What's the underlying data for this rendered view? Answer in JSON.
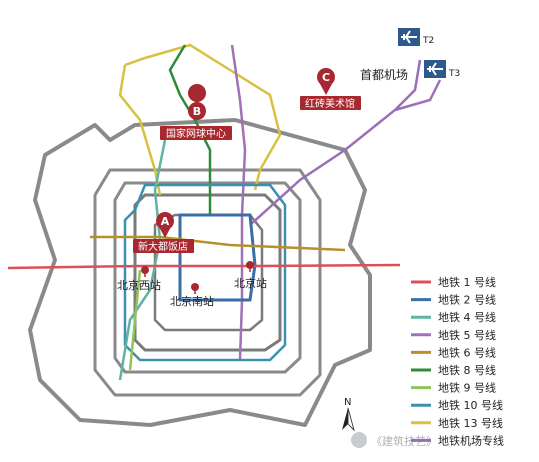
{
  "airport": {
    "name": "首都机场",
    "terminals": [
      "T2",
      "T3"
    ]
  },
  "markers": [
    {
      "letter": "A",
      "name": "新大都饭店"
    },
    {
      "letter": "B",
      "name": "国家网球中心"
    },
    {
      "letter": "C",
      "name": "红砖美术馆"
    }
  ],
  "stations": [
    {
      "name": "北京西站"
    },
    {
      "name": "北京南站"
    },
    {
      "name": "北京站"
    }
  ],
  "legend": [
    {
      "label": "地铁 1 号线",
      "color": "#d9505a"
    },
    {
      "label": "地铁 2 号线",
      "color": "#3a6ea5"
    },
    {
      "label": "地铁 4 号线",
      "color": "#5fb3a3"
    },
    {
      "label": "地铁 5 号线",
      "color": "#a070b8"
    },
    {
      "label": "地铁 6 号线",
      "color": "#b8902a"
    },
    {
      "label": "地铁 8 号线",
      "color": "#2e8b3a"
    },
    {
      "label": "地铁 9 号线",
      "color": "#8fc45a"
    },
    {
      "label": "地铁 10 号线",
      "color": "#3d8fb0"
    },
    {
      "label": "地铁 13 号线",
      "color": "#d8c040"
    },
    {
      "label": "地铁机场专线",
      "color": "#9b6fb8"
    }
  ],
  "compass": "N",
  "watermark": "《建筑技艺》"
}
